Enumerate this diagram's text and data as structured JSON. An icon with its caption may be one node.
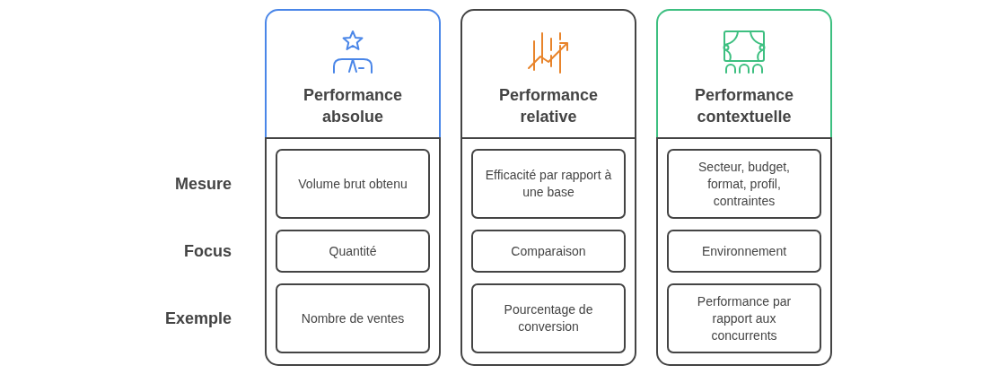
{
  "diagram": {
    "nodes": [
      {
        "text": [
          "Performance absolue"
        ]
      },
      {
        "text": [
          "Volume brut obtenu"
        ],
        "in": 0
      },
      {
        "text": [
          "Quantité"
        ],
        "in": 0
      },
      {
        "text": [
          "Nombre de ventes"
        ],
        "in": 0
      },
      {
        "text": [
          "Performance relative"
        ]
      },
      {
        "text": [
          "Efficacité par rapport à une base"
        ],
        "in": 4
      },
      {
        "text": [
          "Comparaison"
        ],
        "in": 4
      },
      {
        "text": [
          "Pourcentage de conversion"
        ],
        "in": 4
      },
      {
        "text": [
          "Performance contextuelle"
        ]
      },
      {
        "text": [
          "Secteur, budget, format, profil, contraintes"
        ],
        "in": 8
      },
      {
        "text": [
          "Environnement"
        ],
        "in": 8
      },
      {
        "text": [
          "Performance par rapport aux concurrents"
        ],
        "in": 8
      }
    ],
    "labels": [
      "Mesure",
      "Focus",
      "Exemple"
    ]
  }
}
